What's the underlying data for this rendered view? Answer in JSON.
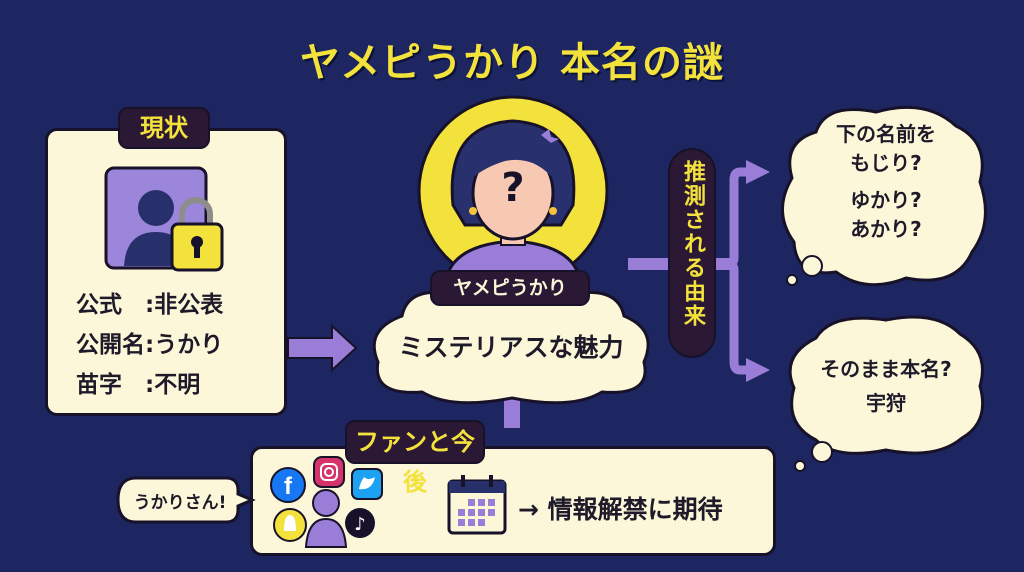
{
  "title": "ヤメピうかり 本名の謎",
  "status_panel": {
    "label": "現状",
    "rows": [
      {
        "key": "公式",
        "sep": "　:",
        "value": "非公表"
      },
      {
        "key": "公開名",
        "sep": ":",
        "value": "うかり"
      },
      {
        "key": "苗字",
        "sep": "　:",
        "value": "不明"
      }
    ]
  },
  "center": {
    "name_label": "ヤメピうかり",
    "face_mark": "?",
    "cloud_text": "ミステリアスな魅力"
  },
  "origin": {
    "label": "推測される由来",
    "theories": [
      {
        "lines": [
          "下の名前を",
          "もじり?",
          "ゆかり?",
          "あかり?"
        ]
      },
      {
        "lines": [
          "そのまま本名?",
          "宇狩"
        ]
      }
    ]
  },
  "future_panel": {
    "label": "ファンと今後",
    "speech": "うかりさん!",
    "result": "→ 情報解禁に期待",
    "social_icons": [
      "facebook-icon",
      "instagram-icon",
      "twitter-icon",
      "snapchat-icon",
      "tiktok-icon"
    ]
  },
  "colors": {
    "background": "#1d2660",
    "accent": "#f4e23c",
    "card": "#fbf7d8",
    "purple": "#9a7dd6"
  }
}
